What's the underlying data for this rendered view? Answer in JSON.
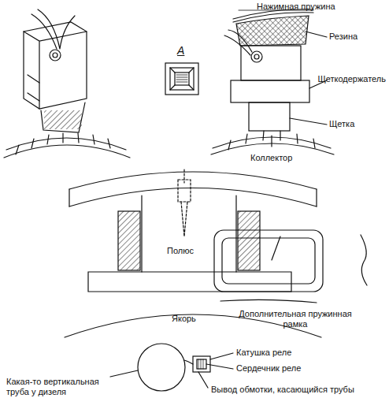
{
  "diagram": {
    "labels": [
      "Нажимная пружина",
      "Резина",
      "Щеткодержатель",
      "Щетка",
      "Коллектор",
      "А",
      "Полюс",
      "Якорь",
      "Дополнительная пружинная рамка",
      "Катушка реле",
      "Сердечник реле",
      "Какая-то вертикальная труба у дизеля",
      "Вывод обмотки, касающийся трубы"
    ]
  }
}
